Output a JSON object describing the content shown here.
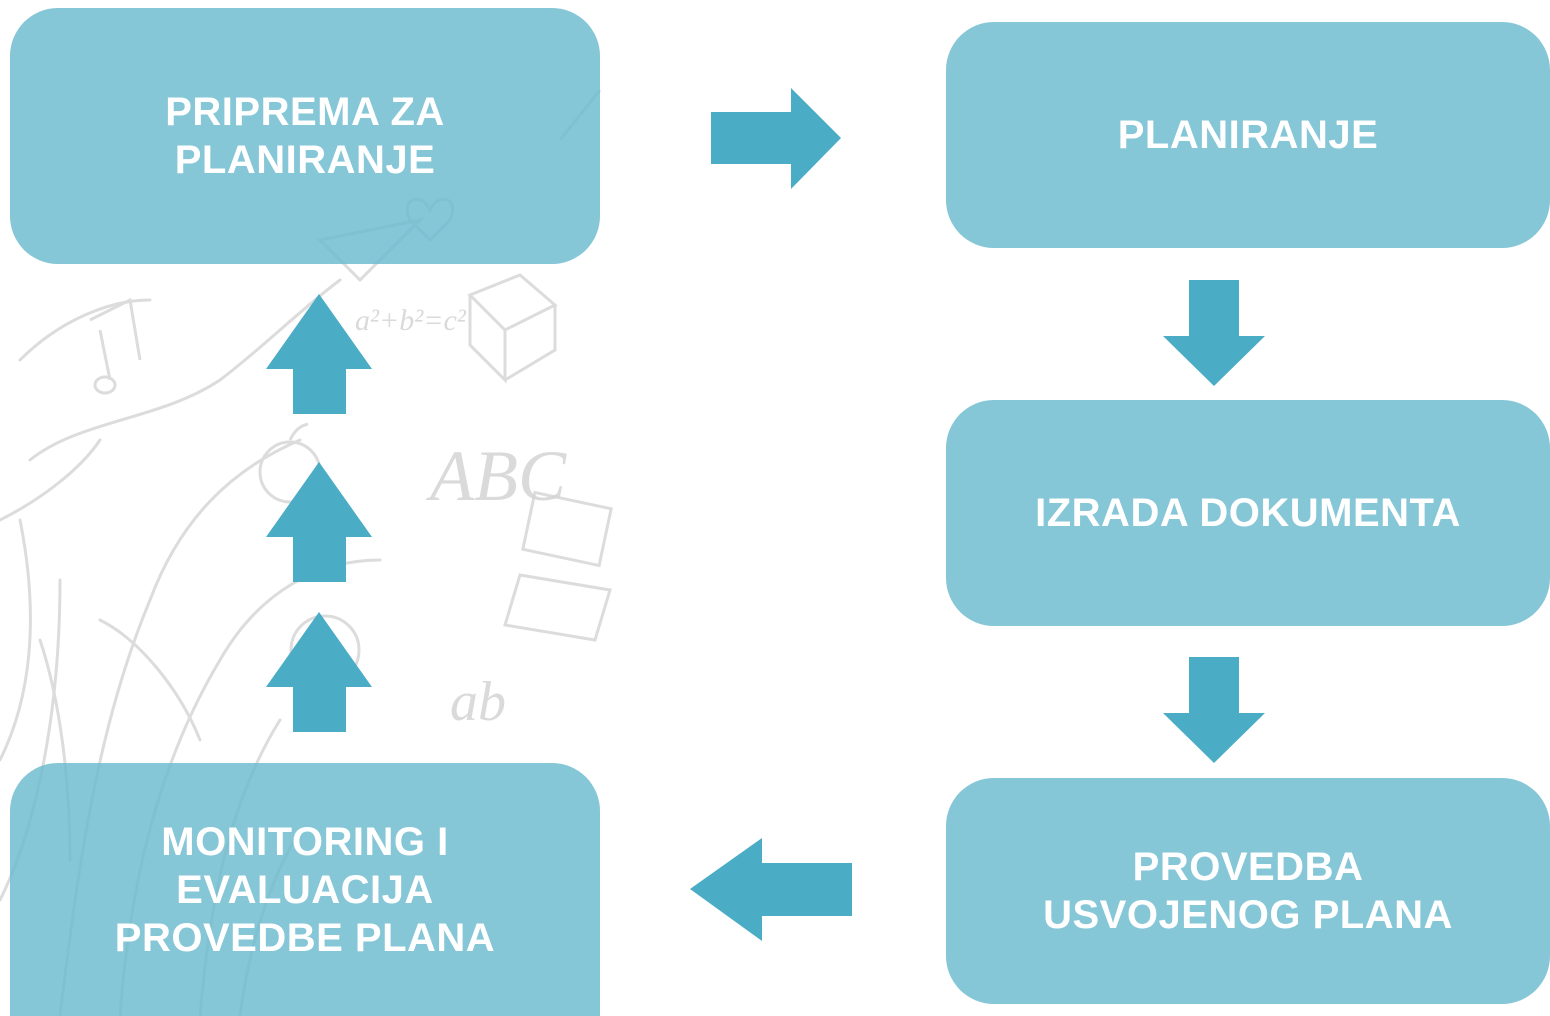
{
  "steps": {
    "step1": {
      "lines": [
        "PRIPREMA ZA",
        "PLANIRANJE"
      ]
    },
    "step2": {
      "lines": [
        "PLANIRANJE"
      ]
    },
    "step3": {
      "lines": [
        "IZRADA DOKUMENTA"
      ]
    },
    "step4": {
      "lines": [
        "PROVEDBA",
        "USVOJENOG PLANA"
      ]
    },
    "step5": {
      "lines": [
        "MONITORING I",
        "EVALUACIJA",
        "PROVEDBE PLANA"
      ]
    }
  },
  "background": {
    "text": [
      "ABC",
      "a²+b²=c²",
      "ab"
    ]
  },
  "colors": {
    "box": "#85c5d6",
    "arrow": "#4aacc5",
    "text": "#ffffff",
    "sketch": "#d8d8d8"
  }
}
